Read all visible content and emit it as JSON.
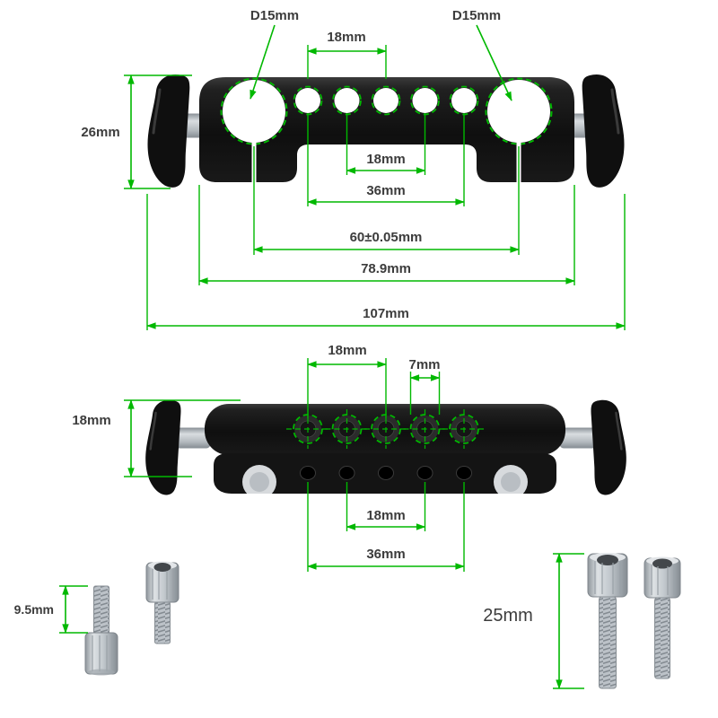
{
  "colors": {
    "dimension_green": "#00b800",
    "label_text": "#3c3c3c",
    "clamp_body": "#141414",
    "screw_silver": "#c6cbd0",
    "background": "#ffffff"
  },
  "front_view": {
    "rod_hole_left_label": "D15mm",
    "rod_hole_right_label": "D15mm",
    "top_hole_spacing": "18mm",
    "clamp_height": "26mm",
    "mid_hole_spacing": "18mm",
    "hole_row_span": "36mm",
    "rod_center_distance": "60±0.05mm",
    "body_width": "78.9mm",
    "overall_width": "107mm"
  },
  "top_view": {
    "hole_spacing": "18mm",
    "thread_hole_diameter": "7mm",
    "body_depth": "18mm",
    "lower_hole_spacing": "18mm",
    "lower_hole_span": "36mm"
  },
  "screws": {
    "small_screw_thread_length": "9.5mm",
    "large_screw_length": "25mm"
  }
}
